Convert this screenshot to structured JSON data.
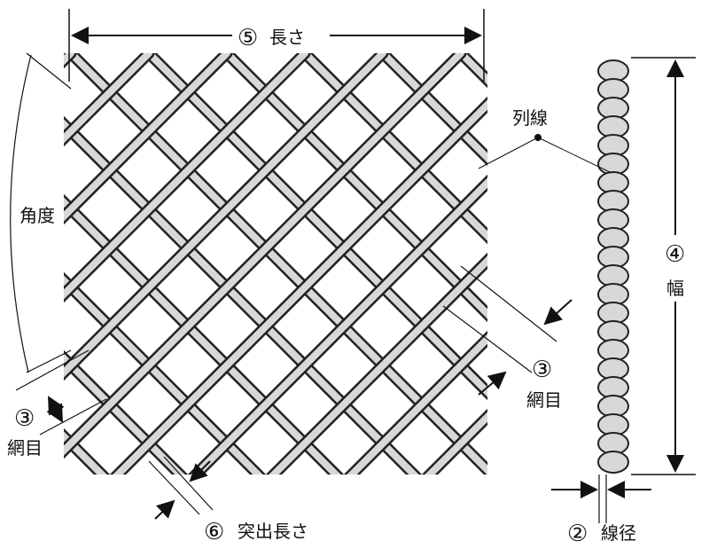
{
  "labels": {
    "length_num": "⑤",
    "length": "長さ",
    "line_wire": "列線",
    "angle": "角度",
    "width_num": "④",
    "width": "幅",
    "mesh_right_num": "③",
    "mesh_right": "網目",
    "mesh_left_num": "③",
    "mesh_left": "網目",
    "protrusion_num": "⑥",
    "protrusion": "突出長さ",
    "wire_dia_num": "②",
    "wire_dia": "線径"
  },
  "colors": {
    "wire": "#d8d8d8",
    "outline": "#222222"
  }
}
